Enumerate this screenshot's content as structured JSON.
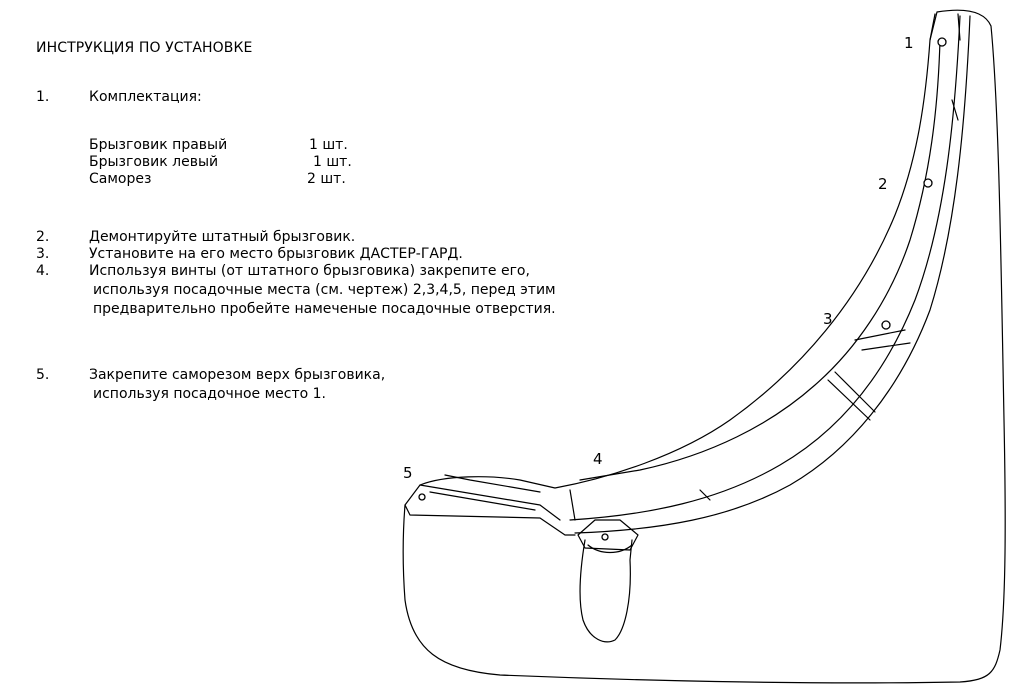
{
  "title": "ИНСТРУКЦИЯ ПО УСТАНОВКЕ",
  "steps": [
    {
      "number": "1.",
      "lines": [
        "Комплектация:"
      ]
    },
    {
      "number": "2.",
      "lines": [
        "Демонтируйте штатный брызговик."
      ]
    },
    {
      "number": "3.",
      "lines": [
        "Установите на его место брызговик ДАСТЕР-ГАРД."
      ]
    },
    {
      "number": "4.",
      "lines": [
        "Используя винты (от штатного брызговика) закрепите его,",
        "используя посадочные места (см. чертеж) 2,3,4,5,  перед этим",
        "предварительно пробейте намеченые посадочные отверстия."
      ]
    },
    {
      "number": "5.",
      "lines": [
        "Закрепите саморезом верх брызговика,",
        "используя посадочное место 1."
      ]
    }
  ],
  "kit": [
    {
      "name": "Брызговик правый",
      "qty": "1 шт."
    },
    {
      "name": "Брызговик левый",
      "qty": "1  шт."
    },
    {
      "name": "Саморез",
      "qty": "2 шт."
    }
  ],
  "callouts": [
    "1",
    "2",
    "3",
    "4",
    "5"
  ]
}
